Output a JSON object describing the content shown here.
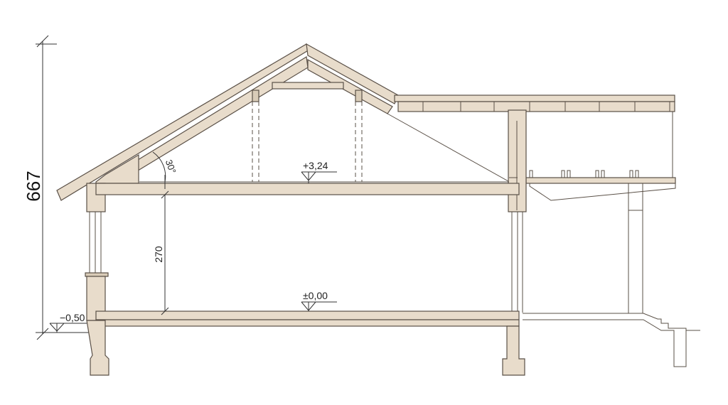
{
  "labels": {
    "total_height": "667",
    "attic_level": "+3,24",
    "ground_level": "±0,00",
    "grade_level": "−0,50",
    "room_height": "270",
    "roof_angle": "30°"
  },
  "colors": {
    "structure": "#e8dccb",
    "outline": "#5a5047",
    "background": "#ffffff"
  }
}
